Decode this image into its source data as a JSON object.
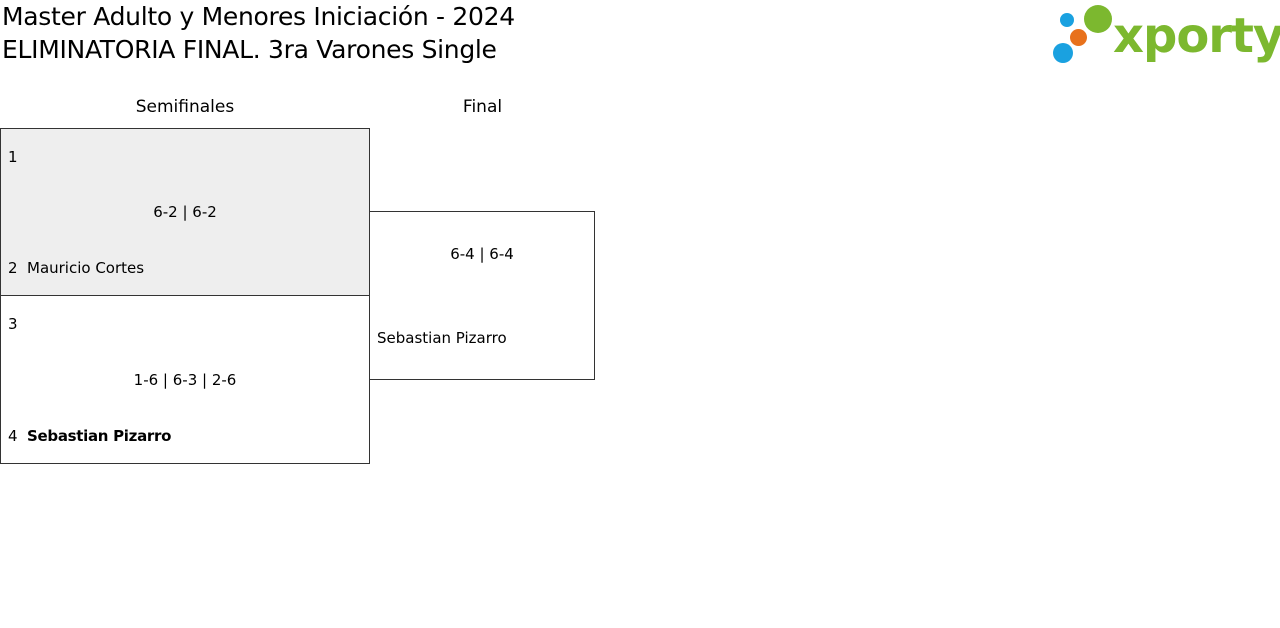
{
  "header": {
    "title_line1": "Master Adulto y Menores Iniciación - 2024",
    "title_line2": "ELIMINATORIA FINAL. 3ra Varones Single"
  },
  "logo": {
    "text": "xporty",
    "colors": {
      "green": "#7cb82f",
      "blue": "#1aa1e0",
      "orange": "#e8711c"
    }
  },
  "rounds": {
    "semis_label": "Semifinales",
    "final_label": "Final"
  },
  "semifinal_1": {
    "seed_top": "1",
    "player_top": "",
    "score": "6-2 | 6-2",
    "seed_bottom": "2",
    "player_bottom": "Mauricio Cortes",
    "highlight_color": "#eeeeee"
  },
  "semifinal_2": {
    "seed_top": "3",
    "player_top": "",
    "score": "1-6 | 6-3 | 2-6",
    "seed_bottom": "4",
    "player_bottom": "Sebastian Pizarro"
  },
  "final": {
    "player_top": "",
    "score": "6-4 | 6-4",
    "player_bottom": "Sebastian Pizarro"
  }
}
